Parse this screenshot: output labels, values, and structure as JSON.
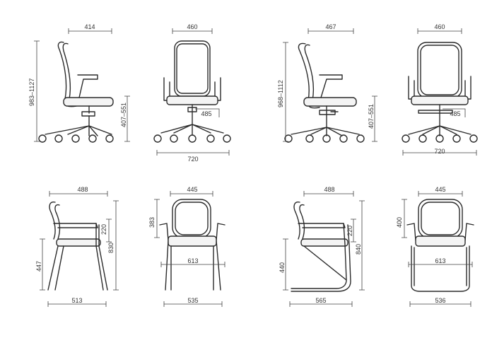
{
  "page": {
    "background": "#ffffff",
    "line_color": "#2b2b2b"
  },
  "row1": {
    "swivel_a": {
      "side": {
        "width": "414",
        "height": "983–1127",
        "seat_height": "407–551"
      },
      "front": {
        "backrest_width": "460",
        "seat_depth": "485",
        "base_width": "720"
      }
    },
    "swivel_b": {
      "side": {
        "width": "467",
        "height": "968–1112",
        "seat_height": "407–551"
      },
      "front": {
        "backrest_width": "460",
        "seat_depth": "485",
        "base_width": "720"
      }
    }
  },
  "row2": {
    "four_leg": {
      "side": {
        "width": "488",
        "seat_height": "447",
        "arm_height": "220",
        "total_height": "830",
        "foot_width": "513"
      },
      "front": {
        "backrest_width": "445",
        "backrest_height": "383",
        "seat_width": "613",
        "frame_width": "535"
      }
    },
    "cantilever": {
      "side": {
        "width": "488",
        "seat_height": "440",
        "arm_height": "220",
        "total_height": "840",
        "foot_width": "565"
      },
      "front": {
        "backrest_width": "445",
        "backrest_height": "400",
        "seat_width": "613",
        "frame_width": "536"
      }
    }
  }
}
